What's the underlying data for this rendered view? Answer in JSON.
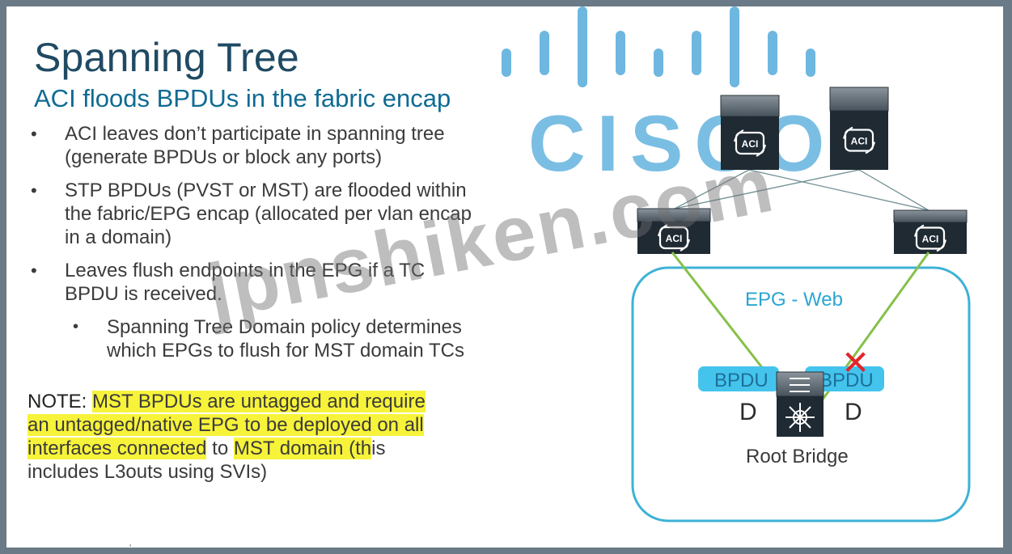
{
  "slide": {
    "title": "Spanning Tree",
    "subtitle": "ACI floods BPDUs in the fabric encap",
    "bullets": [
      "ACI leaves don’t participate in spanning tree (generate BPDUs or block any ports)",
      "STP BPDUs (PVST or MST) are flooded within the fabric/EPG encap (allocated per vlan encap in a domain)",
      "Leaves flush endpoints in the EPG if a TC BPDU is received."
    ],
    "sub_bullets": [
      "Spanning Tree Domain policy determines which EPGs to flush for MST domain TCs"
    ],
    "note": {
      "label": "NOTE:",
      "highlight_1": "MST BPDUs are untagged and require an untagged/native EPG to be deployed on all interfaces connected",
      "plain_1": " to ",
      "highlight_2": "MST domain (th",
      "plain_2": "is includes L3outs using SVIs)"
    }
  },
  "diagram": {
    "switch_label": "ACI",
    "epg_label": "EPG - Web",
    "bpdu_label": "BPDU",
    "port_role_left": "D",
    "port_role_right": "D",
    "root_label": "Root Bridge",
    "blocked_marker": "✕",
    "colors": {
      "epg_border": "#3db2d6",
      "bpdu_fill": "#44c4ec",
      "link_green": "#86c04a",
      "blocked_red": "#e0262a",
      "switch_dark": "#1f2a33"
    }
  },
  "logo": {
    "wordmark": "CISCO",
    "color": "#049fd9"
  },
  "watermark": {
    "text": "jpnshiken.com"
  },
  "bottom_mark": "‘"
}
